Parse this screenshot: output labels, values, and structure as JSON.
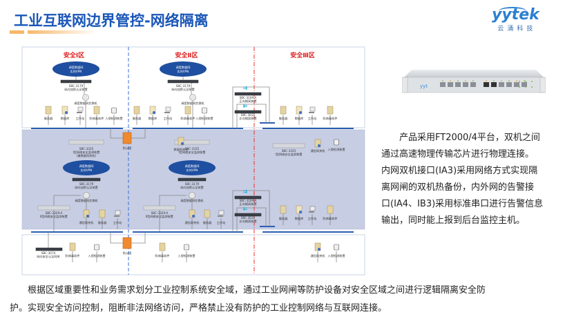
{
  "header": {
    "title": "工业互联网边界管控-网络隔离"
  },
  "logo": {
    "word": "yytek",
    "cn": "云涌科技"
  },
  "colors": {
    "title": "#1a56b8",
    "accent_bar": "#f6b86a",
    "zone_title": "#e02020",
    "bus": "#2a5db0",
    "vpn": "#1f4fa0",
    "middle_band": "#c7cde3"
  },
  "diagram": {
    "zones": [
      "安全Ⅰ区",
      "安全Ⅱ区",
      "安全Ⅲ区"
    ],
    "vpn": [
      "调度数据网",
      "实时VPN"
    ],
    "labels": {
      "sbc3179": "SBC-3179",
      "vert_enc": "纵向加密认证装置",
      "sw": "调度数据网交换机",
      "server": "服务器",
      "db": "数据库",
      "ws": "工作站",
      "av": "防病毒软件",
      "ids": "入侵检测装置",
      "fw": "防火墙",
      "sbc3325": "SBC-3325",
      "mon1": "Ⅰ型网络安全监测装置",
      "mon1_sub": "(兼数据网关机)",
      "gw": "通信网关机",
      "data_gw": "数据网关机",
      "sbc3329": "SBC-3329-A",
      "mon2": "Ⅱ型网络安全监测装置",
      "fwd": "SBC-3109-A",
      "fwd_label": "正向隔离装置",
      "rev": "SBC-3031",
      "rev_label": "反向隔离装置",
      "sbc3074": "SBC-3074",
      "auth_gw": "纵向安全认证网关"
    }
  },
  "product": {
    "image_icon": "network-isolation-device-image",
    "lines": [
      "产品采用FT2000/4平台，双机之间",
      "通过高速物理传输芯片进行物理连接。",
      "内网双机接口(IA3)采用网络方式实现隔",
      "离网闸的双机热备份，内外网的告警接",
      "口(IA4、IB3)采用标准串口进行告警信息",
      "输出，同时能上报到后台监控主机。"
    ]
  },
  "summary": {
    "lines": [
      "根据区域重要性和业务需求划分工业控制系统安全域，通过工业网闸等防护设备对安全区域之间进行逻辑隔离安全防",
      "护。实现安全访问控制，阻断非法网络访问，严格禁止没有防护的工业控制网络与互联网连接。"
    ]
  }
}
